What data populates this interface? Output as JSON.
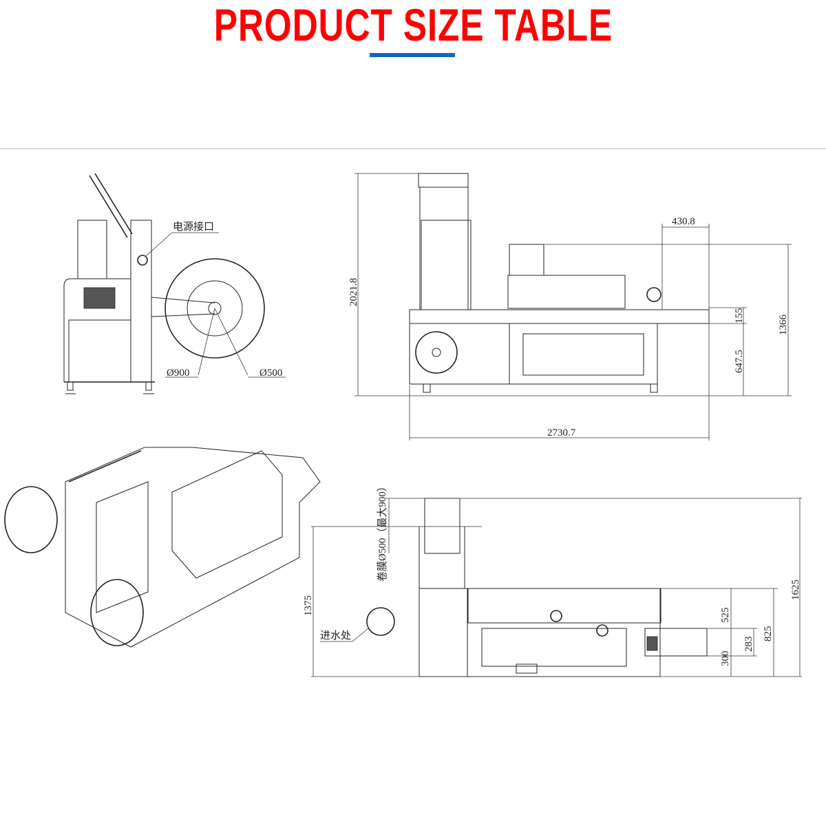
{
  "header": {
    "title": "PRODUCT SIZE TABLE",
    "accent_color": "#1565c0",
    "title_color": "#ff0000"
  },
  "side_view": {
    "power_port_label": "电源接口",
    "roll_outer_diameter": "Ø900",
    "roll_inner_diameter": "Ø500"
  },
  "front_view": {
    "total_height": "2021.8",
    "outfeed_length": "430.8",
    "conveyor_height": "155",
    "table_height": "647.5",
    "machine_height": "1366",
    "total_length": "2730.7"
  },
  "top_view": {
    "film_roll_label": "卷膜Ø500（最大900）",
    "water_inlet_label": "进水处",
    "roll_center_offset": "1375",
    "total_width": "1625",
    "body_width": "825",
    "upper_section": "525",
    "conveyor_width": "283",
    "lower_section": "300"
  }
}
